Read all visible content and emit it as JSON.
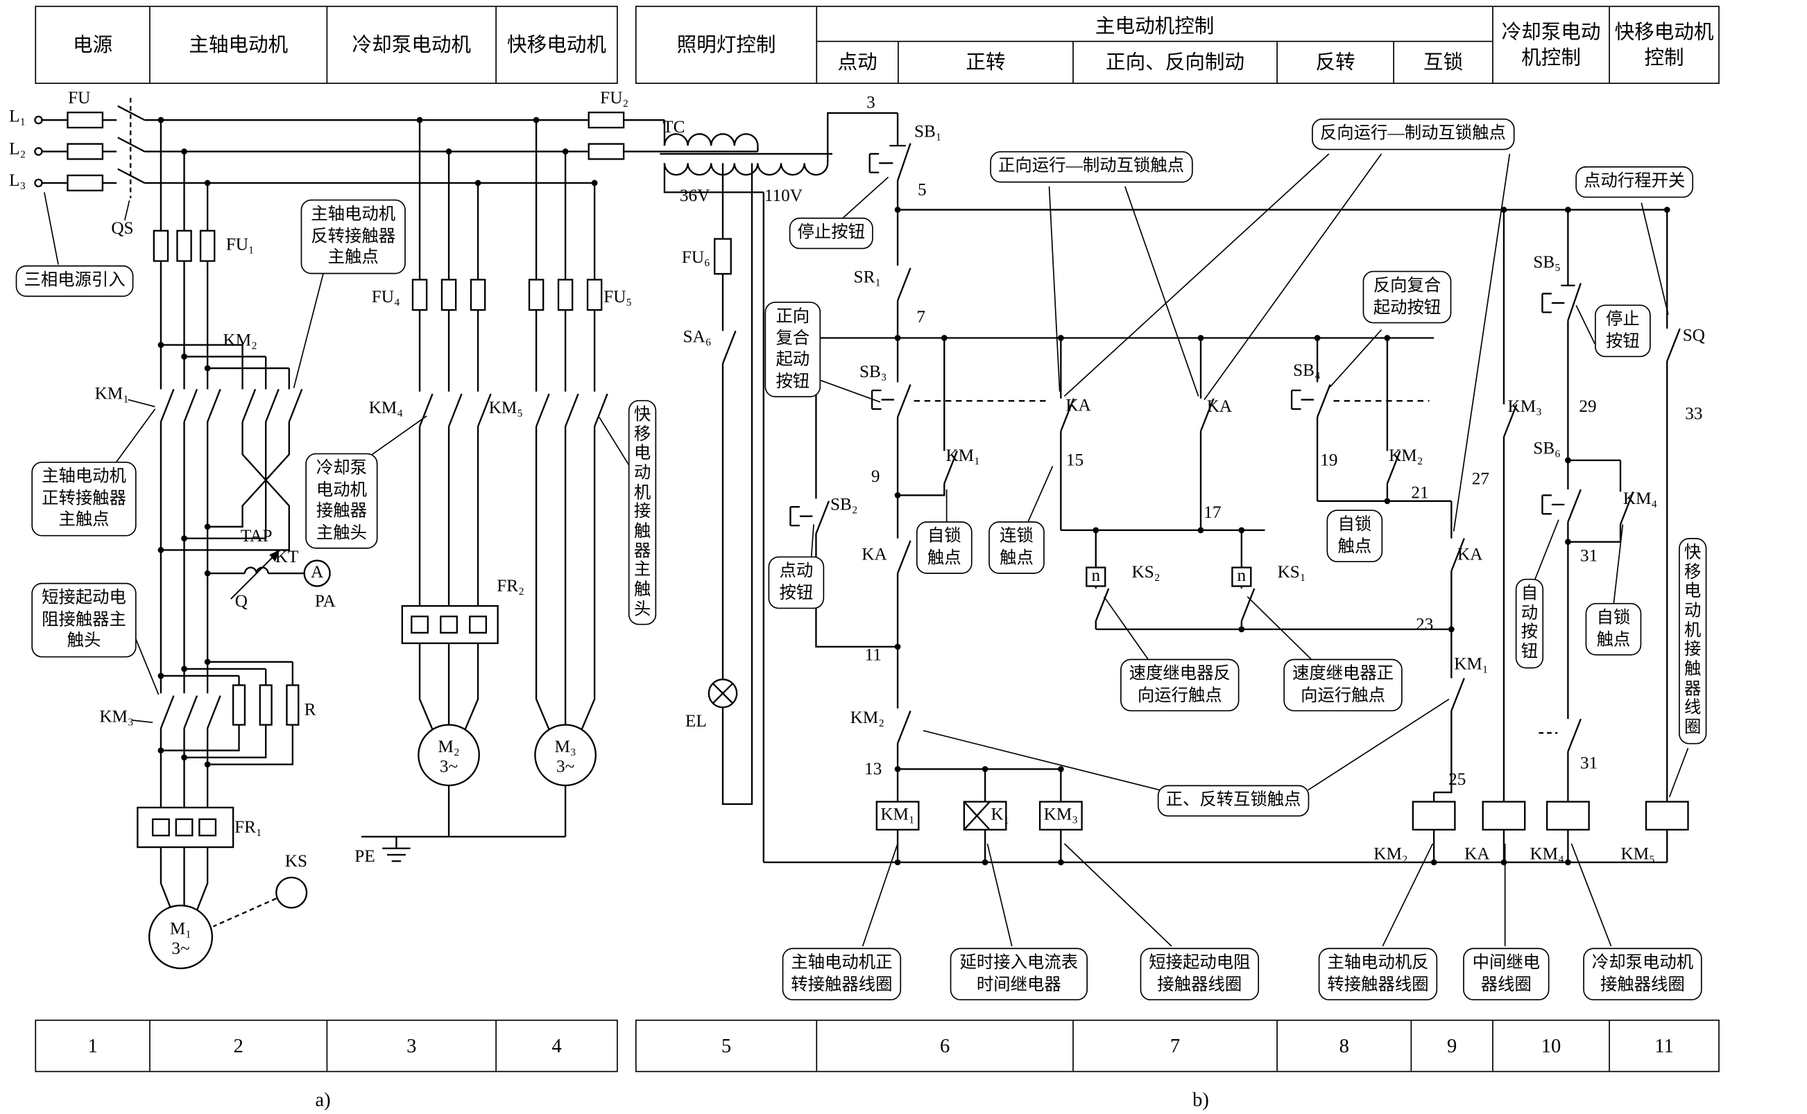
{
  "header_left": {
    "power": "电源",
    "spindle": "主轴电动机",
    "cooling_pump": "冷却泵电动机",
    "rapid": "快移电动机"
  },
  "header_right": {
    "lighting": "照明灯控制",
    "main_motor": "主电动机控制",
    "sub_jog": "点动",
    "sub_forward": "正转",
    "sub_brake": "正向、反向制动",
    "sub_reverse": "反转",
    "sub_interlock": "互锁",
    "cooling_ctrl": "冷却泵电动机控制",
    "rapid_ctrl": "快移电动机控制"
  },
  "footer": {
    "n1": "1",
    "n2": "2",
    "n3": "3",
    "n4": "4",
    "n5": "5",
    "n6": "6",
    "n7": "7",
    "n8": "8",
    "n9": "9",
    "n10": "10",
    "n11": "11",
    "caption_a": "a)",
    "caption_b": "b)"
  },
  "labels": {
    "l1": "L₁",
    "l2": "L₂",
    "l3": "L₃",
    "fu": "FU",
    "fu1": "FU₁",
    "fu2": "FU₂",
    "fu4": "FU₄",
    "fu5": "FU₅",
    "fu6": "FU₆",
    "qs": "QS",
    "tc": "TC",
    "v36": "36V",
    "v110": "110V",
    "sa6": "SA₆",
    "el": "EL",
    "km1": "KM₁",
    "km2": "KM₂",
    "km3": "KM₃",
    "km4": "KM₄",
    "km5": "KM₅",
    "tap": "TAP",
    "kt": "KT",
    "ammeter": "A",
    "q": "Q",
    "pa": "PA",
    "r": "R",
    "fr1": "FR₁",
    "fr2": "FR₂",
    "ks": "KS",
    "pe": "PE",
    "m1": "M₁",
    "m2": "M₂",
    "m3": "M₃",
    "phase3": "3~",
    "sb1": "SB₁",
    "sb2": "SB₂",
    "sb3": "SB₃",
    "sb4": "SB₄",
    "sb5": "SB₅",
    "sb6": "SB₆",
    "sr1": "SR₁",
    "ka": "KA",
    "ks1": "KS₁",
    "ks2": "KS₂",
    "n": "n",
    "k1": "K₁",
    "sq": "SQ"
  },
  "wire_numbers": {
    "w3": "3",
    "w5": "5",
    "w7": "7",
    "w9": "9",
    "w11": "11",
    "w13": "13",
    "w15": "15",
    "w17": "17",
    "w19": "19",
    "w21": "21",
    "w23": "23",
    "w25": "25",
    "w27": "27",
    "w29": "29",
    "w31": "31",
    "w33": "33"
  },
  "callouts": {
    "three_phase_in": "三相电源引入",
    "km2_main": "主轴电动机反转接触器主触点",
    "km1_main": "主轴电动机正转接触器主触点",
    "km3_main": "短接起动电阻接触器主触头",
    "km4_main": "冷却泵电动机接触器主触头",
    "km5_main": "快移电动机接触器主触头",
    "stop_button": "停止按钮",
    "fwd_start": "正向复合起动按钮",
    "jog_button": "点动按钮",
    "self_lock": "自锁触点",
    "chain_lock": "连锁触点",
    "fwd_brake": "正向运行—制动互锁触点",
    "rev_brake": "反向运行—制动互锁触点",
    "rev_start": "反向复合起动按钮",
    "jog_limit": "点动行程开关",
    "auto_button": "自动按钮",
    "ks_rev": "速度继电器反向运行触点",
    "ks_fwd": "速度继电器正向运行触点",
    "fwd_rev_interlock": "正、反转互锁触点",
    "km1_coil": "主轴电动机正转接触器线圈",
    "k1_coil": "延时接入电流表时间继电器",
    "km3_coil": "短接起动电阻接触器线圈",
    "km2_coil": "主轴电动机反转接触器线圈",
    "ka_coil": "中间继电器线圈",
    "km4_coil": "冷却泵电动机接触器线圈",
    "km5_coil": "快移电动机接触器线圈"
  }
}
